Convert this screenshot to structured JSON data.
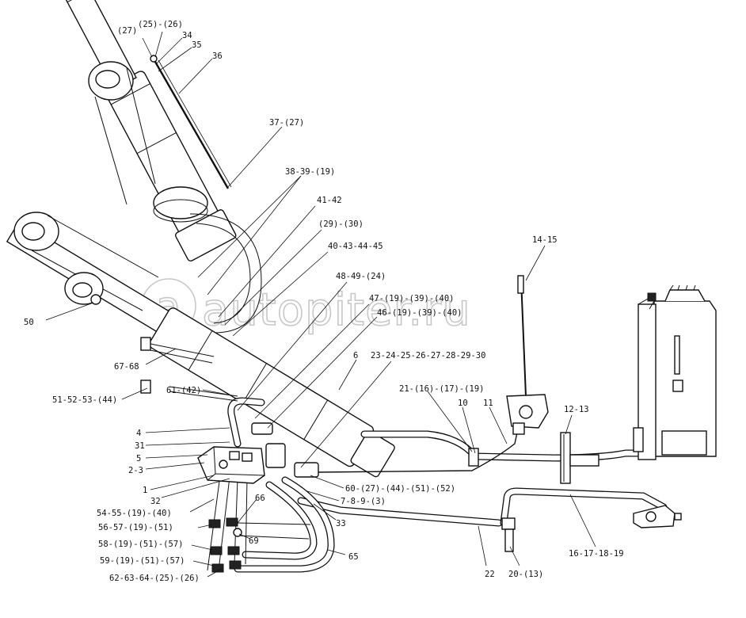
{
  "watermark": "autopiter.ru",
  "callouts": [
    "(27)",
    "(25)-(26)",
    "34",
    "35",
    "36",
    "37-(27)",
    "38-39-(19)",
    "41-42",
    "(29)-(30)",
    "40-43-44-45",
    "48-49-(24)",
    "47-(19)-(39)-(40)",
    "46-(19)-(39)-(40)",
    "6",
    "23-24-25-26-27-28-29-30",
    "14-15",
    "21-(16)-(17)-(19)",
    "10",
    "11",
    "12-13",
    "50",
    "67-68",
    "61-(42)",
    "51-52-53-(44)",
    "4",
    "31",
    "5",
    "2-3",
    "1",
    "32",
    "54-55-(19)-(40)",
    "66",
    "56-57-(19)-(51)",
    "69",
    "58-(19)-(51)-(57)",
    "59-(19)-(51)-(57)",
    "62-63-64-(25)-(26)",
    "65",
    "60-(27)-(44)-(51)-(52)",
    "7-8-9-(3)",
    "33",
    "22",
    "20-(13)",
    "16-17-18-19"
  ]
}
